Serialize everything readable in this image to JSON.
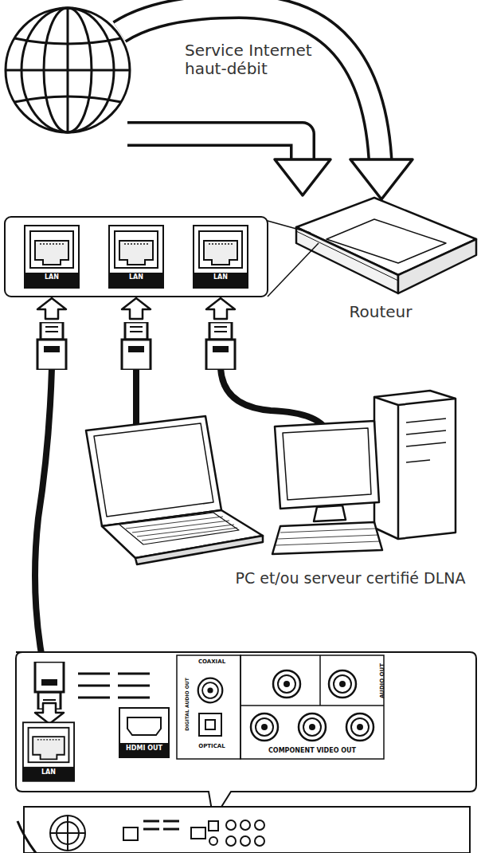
{
  "diagram": {
    "labels": [
      "Service Internet haut-débit",
      "Routeur",
      "LAN",
      "LAN",
      "LAN",
      "PC et/ou serveur certifié DLNA",
      "LAN",
      "HDMI OUT",
      "COAXIAL",
      "OPTICAL",
      "COMPONENT VIDEO OUT",
      "DIGITAL AUDIO OUT",
      "AUDIO OUT"
    ]
  }
}
